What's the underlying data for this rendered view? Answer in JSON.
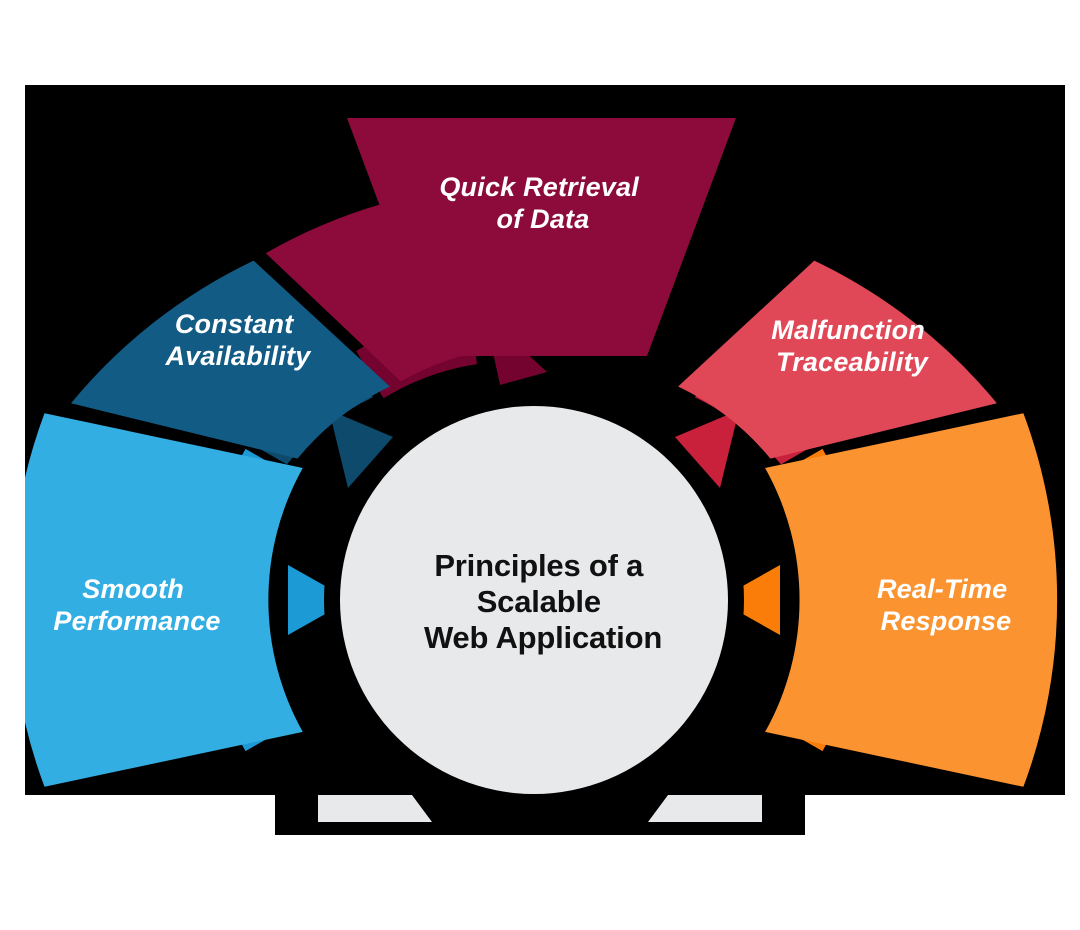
{
  "diagram": {
    "title": "Principles of a Scalable Web Application",
    "center": {
      "lines": [
        "Principles of a",
        "Scalable",
        "Web Application"
      ],
      "fill_color": "#E8E9EB",
      "text_color": "#111111"
    },
    "background_color": "#000000",
    "page_color": "#FFFFFF",
    "segments": [
      {
        "id": "smooth-performance",
        "lines": [
          "Smooth",
          "Performance"
        ],
        "color": "#32AEE3",
        "inner_color": "#1C9AD6",
        "position": "left"
      },
      {
        "id": "constant-availability",
        "lines": [
          "Constant",
          "Availability"
        ],
        "color": "#115B85",
        "inner_color": "#0D4A6B",
        "position": "upper-left"
      },
      {
        "id": "quick-retrieval-of-data",
        "lines": [
          "Quick Retrieval",
          "of Data"
        ],
        "color": "#8C0B3A",
        "inner_color": "#75032F",
        "position": "top"
      },
      {
        "id": "malfunction-traceability",
        "lines": [
          "Malfunction",
          "Traceability"
        ],
        "color": "#E04857",
        "inner_color": "#C9213C",
        "position": "upper-right"
      },
      {
        "id": "real-time-response",
        "lines": [
          "Real-Time",
          "Response"
        ],
        "color": "#FA9330",
        "inner_color": "#F97D08",
        "position": "right"
      }
    ]
  }
}
